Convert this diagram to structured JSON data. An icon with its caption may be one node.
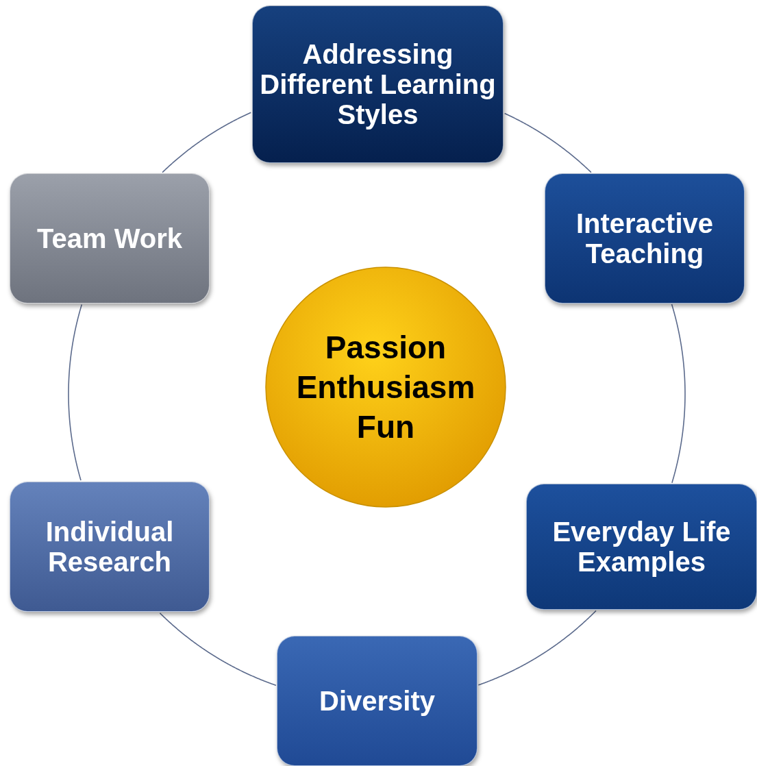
{
  "diagram": {
    "nodes": [
      {
        "text": [
          "Addressing Different Learning Styles"
        ]
      },
      {
        "text": [
          "Interactive Teaching"
        ]
      },
      {
        "text": [
          "Everyday Life Examples"
        ]
      },
      {
        "text": [
          "Diversity"
        ]
      },
      {
        "text": [
          "Individual Research"
        ]
      },
      {
        "text": [
          "Team Work"
        ]
      },
      {
        "text": [
          "Passion Enthusiasm Fun"
        ]
      }
    ],
    "edges": [
      {
        "from": 0,
        "to": 1,
        "arrow": "none"
      },
      {
        "from": 1,
        "to": 2,
        "arrow": "none"
      },
      {
        "from": 2,
        "to": 3,
        "arrow": "none"
      },
      {
        "from": 3,
        "to": 4,
        "arrow": "none"
      },
      {
        "from": 4,
        "to": 5,
        "arrow": "none"
      },
      {
        "from": 5,
        "to": 0,
        "arrow": "none"
      }
    ]
  }
}
